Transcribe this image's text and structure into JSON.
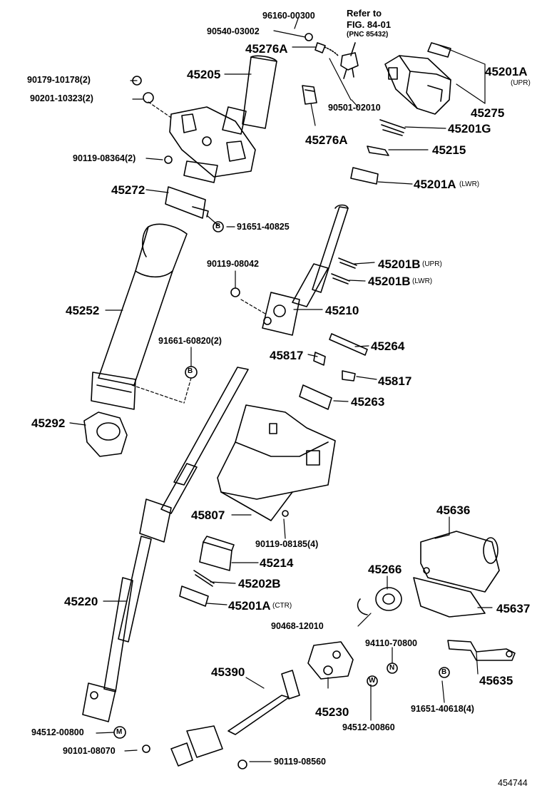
{
  "figure_id": "454744",
  "refer_note": {
    "line1": "Refer to",
    "line2": "FIG. 84-01",
    "line3": "(PNC 85432)"
  },
  "qualifiers": {
    "upr": "(UPR)",
    "lwr": "(LWR)",
    "ctr": "(CTR)"
  },
  "parts": {
    "p96160_00300": "96160-00300",
    "p90540_03002": "90540-03002",
    "p45276A_top": "45276A",
    "p90179_10178": "90179-10178(2)",
    "p45205": "45205",
    "p90201_10323": "90201-10323(2)",
    "p90501_02010": "90501-02010",
    "p45201A_upr": "45201A",
    "p45275": "45275",
    "p45201G": "45201G",
    "p45276A_mid": "45276A",
    "p90119_08364": "90119-08364(2)",
    "p45215": "45215",
    "p45201A_lwr": "45201A",
    "p45272": "45272",
    "p91651_40825": "91651-40825",
    "p90119_08042": "90119-08042",
    "p45201B_upr": "45201B",
    "p45201B_lwr": "45201B",
    "p45252": "45252",
    "p45210": "45210",
    "p91661_60820": "91661-60820(2)",
    "p45264": "45264",
    "p45817_a": "45817",
    "p45817_b": "45817",
    "p45263": "45263",
    "p45292": "45292",
    "p45636": "45636",
    "p45807": "45807",
    "p90119_08185": "90119-08185(4)",
    "p45214": "45214",
    "p45266": "45266",
    "p45202B": "45202B",
    "p45220": "45220",
    "p45201A_ctr": "45201A",
    "p45637": "45637",
    "p90468_12010": "90468-12010",
    "p94110_70800": "94110-70800",
    "p45390": "45390",
    "p45635": "45635",
    "p45230": "45230",
    "p91651_40618": "91651-40618(4)",
    "p94512_00860": "94512-00860",
    "p94512_00800": "94512-00800",
    "p90101_08070": "90101-08070",
    "p90119_08560": "90119-08560"
  },
  "fastener_marks": {
    "b": "B",
    "m": "M",
    "n": "N",
    "w": "W"
  }
}
